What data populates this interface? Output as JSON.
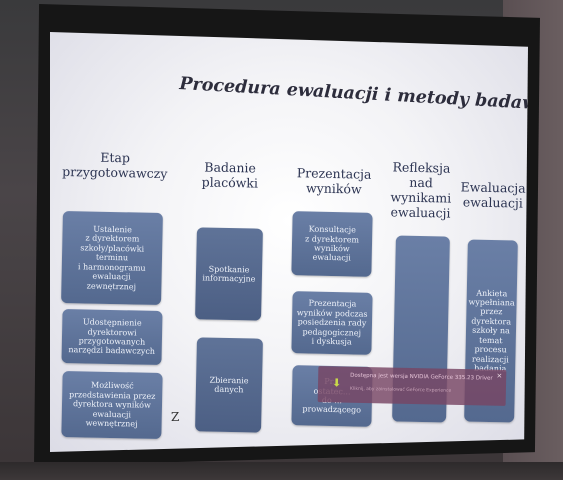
{
  "slide": {
    "title": "Procedura ewaluacji  i metody badawcze",
    "columns": [
      {
        "heading": [
          "Etap",
          "przygotowawczy"
        ],
        "boxes": [
          [
            "Ustalenie",
            "z dyrektorem",
            "szkoły/placówki",
            "terminu",
            "i harmonogramu",
            "ewaluacji",
            "zewnętrznej"
          ],
          [
            "Udostępnienie",
            "dyrektorowi",
            "przygotowanych",
            "narzędzi badawczych"
          ],
          [
            "Możliwość",
            "przedstawienia przez",
            "dyrektora wyników",
            "ewaluacji",
            "wewnętrznej"
          ]
        ]
      },
      {
        "heading": [
          "Badanie",
          "placówki"
        ],
        "boxes": [
          [
            "Spotkanie",
            "informacyjne"
          ],
          [
            "Zbieranie",
            "danych"
          ]
        ]
      },
      {
        "heading": [
          "Prezentacja",
          "wyników"
        ],
        "boxes": [
          [
            "Konsultacje",
            "z dyrektorem",
            "wyników ewaluacji"
          ],
          [
            "Prezentacja",
            "wyników podczas",
            "posiedzenia rady",
            "pedagogicznej",
            "i dyskusja"
          ],
          [
            "Pr...",
            "ostatec...",
            "do ...",
            "prowadzącego"
          ]
        ]
      },
      {
        "heading": [
          "Refleksja",
          "nad",
          "wynikami",
          "ewaluacji"
        ],
        "boxes": [
          []
        ]
      },
      {
        "heading": [
          "Ewaluacja",
          "ewaluacji"
        ],
        "boxes": [
          [
            "Ankieta",
            "wypełniana",
            "przez",
            "dyrektora",
            "szkoły na temat",
            "procesu",
            "realizacji",
            "badania"
          ]
        ]
      }
    ],
    "marker": "Z"
  },
  "popup": {
    "message": "Dostępna jest wersja NVIDIA GeForce 335.23 Driver",
    "sub": "Kliknij, aby zainstalować GeForce Experience",
    "close_label": "×",
    "icon": "download-arrow-icon"
  }
}
